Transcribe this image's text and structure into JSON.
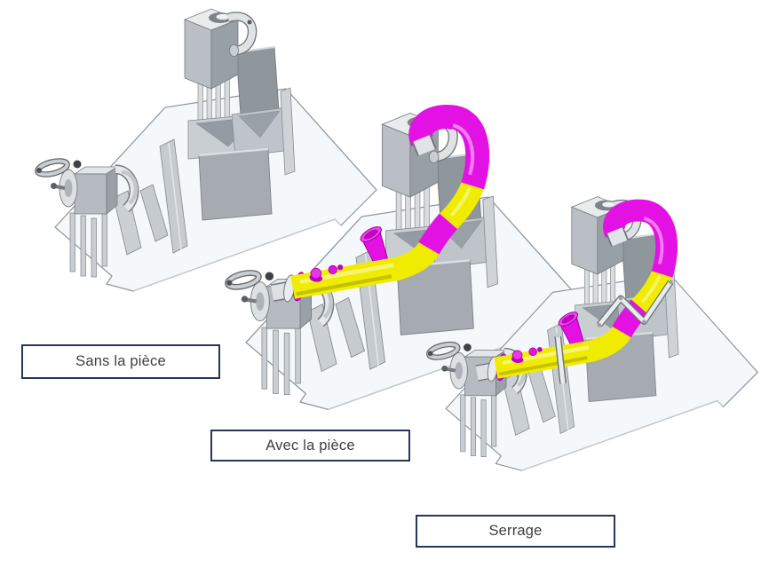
{
  "page": {
    "background": "#ffffff"
  },
  "views": [
    {
      "caption": "Sans la pièce",
      "state": "fixture-empty"
    },
    {
      "caption": "Avec la pièce",
      "state": "fixture-with-part"
    },
    {
      "caption": "Serrage",
      "state": "fixture-with-part-clamped"
    }
  ],
  "colors": {
    "part_yellow": "#f0ec00",
    "part_magenta": "#e311e3",
    "label_border": "#24365c",
    "label_text": "#3f3f3f",
    "bg": "#ffffff"
  }
}
